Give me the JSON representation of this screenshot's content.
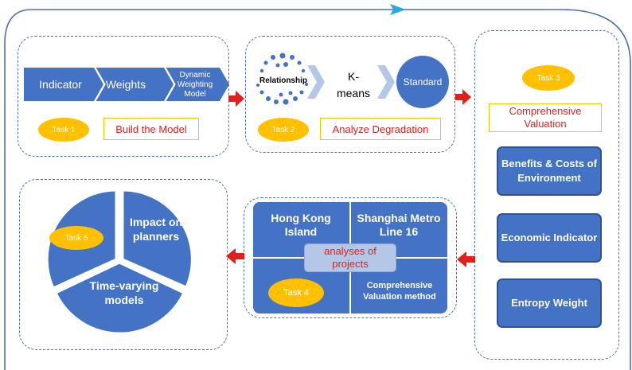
{
  "colors": {
    "primary": "#4472c4",
    "task": "#ffc000",
    "arrow": "#e0201c",
    "outline": "#4a6fb5",
    "flow": "#2aa9e0"
  },
  "panel1": {
    "steps": [
      "Indicator",
      "Weights",
      "Dynamic Weighting Model"
    ],
    "task": "Task 1",
    "label": "Build the Model"
  },
  "panel2": {
    "cluster_label": "Relationship",
    "method": "K-means",
    "result": "Standard",
    "task": "Task 2",
    "label": "Analyze Degradation"
  },
  "panel3": {
    "task": "Task 3",
    "label": "Comprehensive Valuation",
    "items": [
      "Benefits & Costs of Environment",
      "Economic Indicator",
      "Entropy Weight"
    ]
  },
  "panel4": {
    "quadrants": [
      "Hong Kong Island",
      "Shanghai Metro Line 16",
      "",
      "Comprehensive Valuation method"
    ],
    "center_label": "analyses of projects",
    "task": "Task 4"
  },
  "panel5": {
    "slices": [
      "Impact on planners",
      "Time-varying models"
    ],
    "task": "Task 5"
  }
}
